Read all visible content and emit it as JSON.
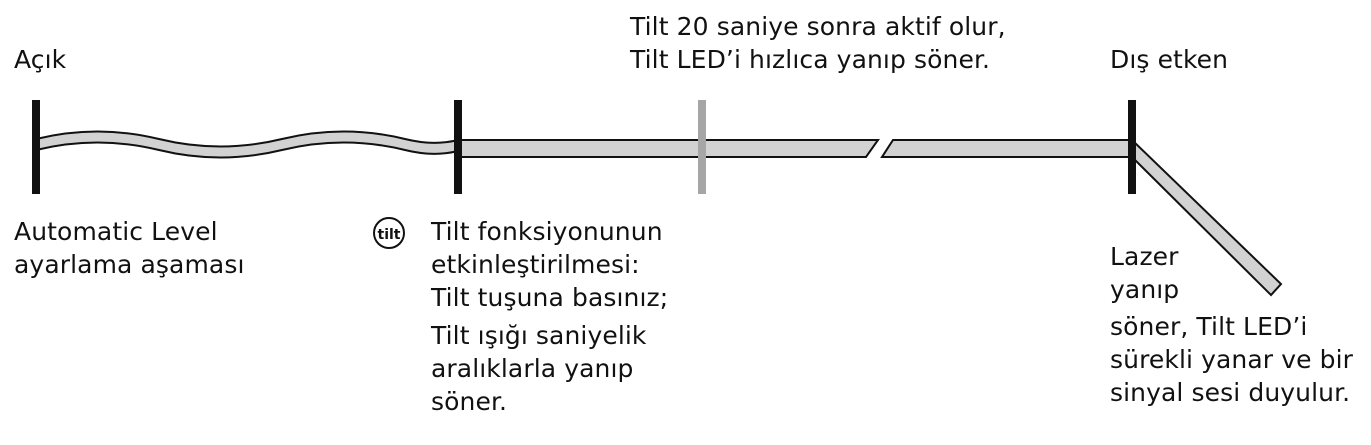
{
  "labels": {
    "on": "Açık",
    "tilt_active": [
      "Tilt 20 saniye sonra aktif olur,",
      "Tilt LED’i hızlıca yanıp söner."
    ],
    "external": "Dış etken",
    "auto_level": [
      "Automatic Level",
      "ayarlama aşaması"
    ],
    "tilt_icon": "tilt",
    "tilt_activation": [
      "Tilt fonksiyonunun",
      "etkinleştirilmesi:",
      "Tilt tuşuna basınız;",
      "Tilt ışığı saniyelik",
      "aralıklarla yanıp",
      "söner."
    ],
    "laser": [
      "Lazer",
      "yanıp",
      "söner, Tilt LED’i",
      "sürekli yanar ve bir",
      "sinyal sesi duyulur."
    ]
  },
  "colors": {
    "band_fill": "#d2d2d2",
    "outline": "#111111",
    "marker": "#111111",
    "marker_20s": "#a6a6a6",
    "text": "#111111"
  }
}
